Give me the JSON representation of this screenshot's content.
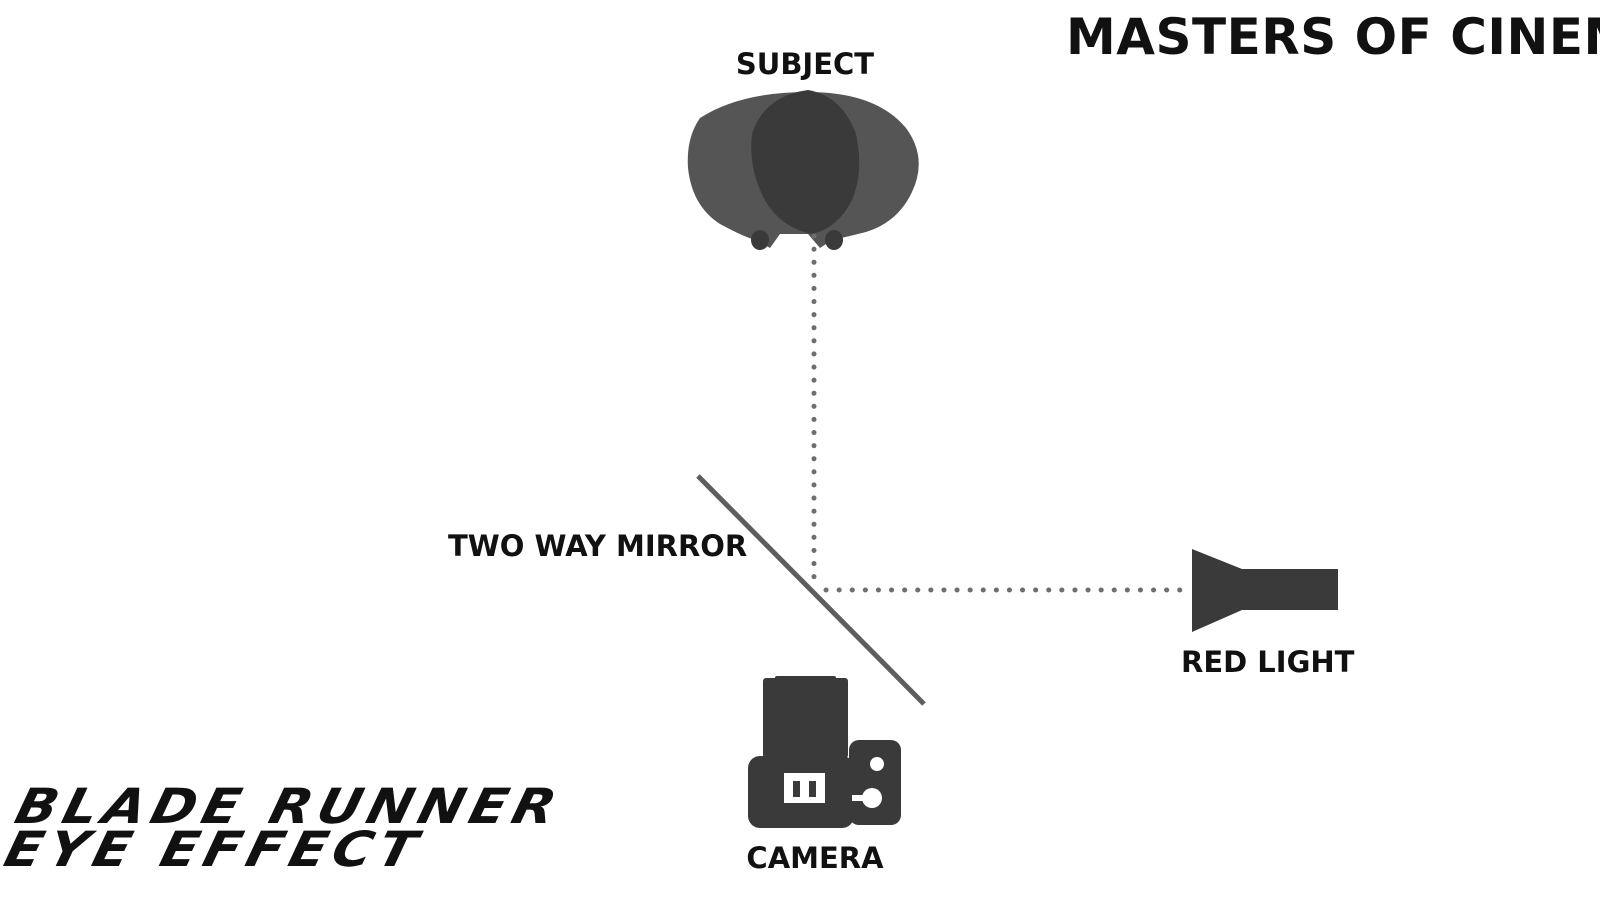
{
  "header": {
    "brand": "MASTERS OF CINEMA"
  },
  "diagram": {
    "labels": {
      "subject": "SUBJECT",
      "mirror": "TWO WAY MIRROR",
      "red_light": "RED LIGHT",
      "camera": "CAMERA"
    },
    "icons": {
      "subject": "head-top-view-icon",
      "mirror": "two-way-mirror-line",
      "light": "spotlight-icon",
      "camera": "camera-icon"
    },
    "colors": {
      "icon_fill": "#3a3a3a",
      "subject_fill": "#555555",
      "mirror_stroke": "#5e5e5e",
      "beam_dots": "#6e6e6e",
      "text": "#111111"
    }
  },
  "footer": {
    "title_line_1": "BLADE RUNNER",
    "title_line_2": "EYE EFFECT"
  }
}
